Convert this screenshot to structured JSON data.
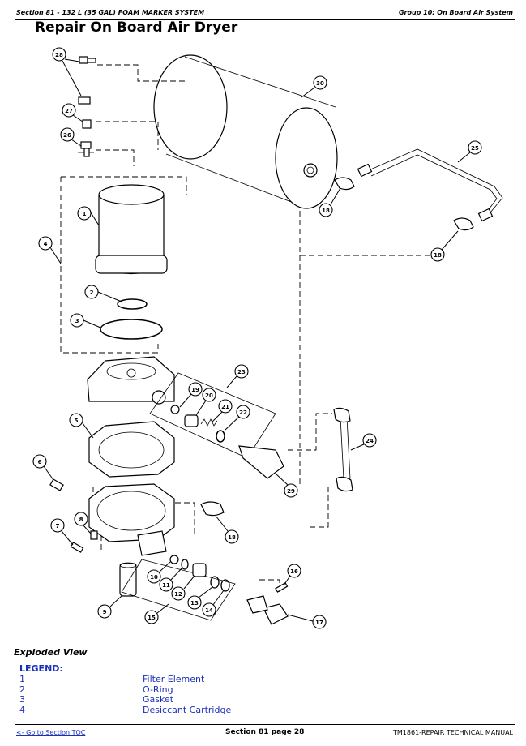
{
  "header": {
    "left": "Section 81 - 132 L (35 GAL) FOAM MARKER SYSTEM",
    "right": "Group 10: On Board Air System"
  },
  "page_title": "Repair On Board Air Dryer",
  "callouts": [
    "1",
    "2",
    "3",
    "4",
    "5",
    "6",
    "7",
    "8",
    "9",
    "10",
    "11",
    "12",
    "13",
    "14",
    "15",
    "16",
    "17",
    "18",
    "19",
    "20",
    "21",
    "22",
    "23",
    "24",
    "25",
    "26",
    "27",
    "28",
    "29",
    "30"
  ],
  "caption": "Exploded View",
  "legend": {
    "title": "LEGEND:",
    "items": [
      {
        "num": "1",
        "desc": "Filter Element"
      },
      {
        "num": "2",
        "desc": "O-Ring"
      },
      {
        "num": "3",
        "desc": "Gasket"
      },
      {
        "num": "4",
        "desc": "Desiccant Cartridge"
      }
    ]
  },
  "footer": {
    "toc_link": "<- Go to Section TOC",
    "page": "Section 81 page 28",
    "manual": "TM1861-REPAIR TECHNICAL MANUAL"
  }
}
